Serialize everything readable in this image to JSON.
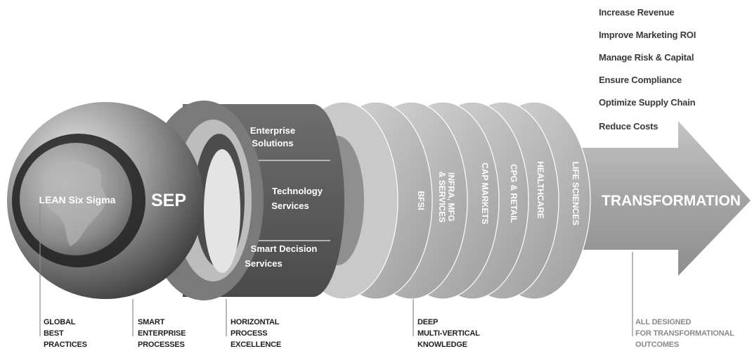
{
  "outcomes": [
    "Increase Revenue",
    "Improve Marketing ROI",
    "Manage Risk & Capital",
    "Ensure Compliance",
    "Optimize Supply Chain",
    "Reduce Costs"
  ],
  "globe_label": "LEAN Six Sigma",
  "sep_label": "SEP",
  "services": {
    "enterprise": [
      "Enterprise",
      "Solutions"
    ],
    "technology": [
      "Technology",
      "Services"
    ],
    "smart_decision": [
      "Smart Decision",
      "Services"
    ]
  },
  "verticals": {
    "bfsi": "BFSI",
    "infra": [
      "INFRA, MFG",
      "& SERVICES"
    ],
    "cap_markets": "CAP MARKETS",
    "cpg_retail": "CPG & RETAIL",
    "healthcare": "HEALTHCARE",
    "life_sciences": "LIFE SCIENCES"
  },
  "arrow_label": "TRANSFORMATION",
  "footer": {
    "global": [
      "GLOBAL",
      "BEST",
      "PRACTICES"
    ],
    "smart": [
      "SMART",
      "ENTERPRISE",
      "PROCESSES"
    ],
    "horizontal": [
      "HORIZONTAL",
      "PROCESS",
      "EXCELLENCE"
    ],
    "deep": [
      "DEEP",
      "MULTI-VERTICAL",
      "KNOWLEDGE"
    ],
    "designed": [
      "ALL DESIGNED",
      "FOR TRANSFORMATIONAL",
      "OUTCOMES"
    ]
  },
  "colors": {
    "arrow": "#a9a9a9",
    "disc_light": "#c8c8c8",
    "disc_mid": "#9a9a9a",
    "band_dark": "#5e5e5e",
    "globe_dark": "#3a3a3a"
  }
}
